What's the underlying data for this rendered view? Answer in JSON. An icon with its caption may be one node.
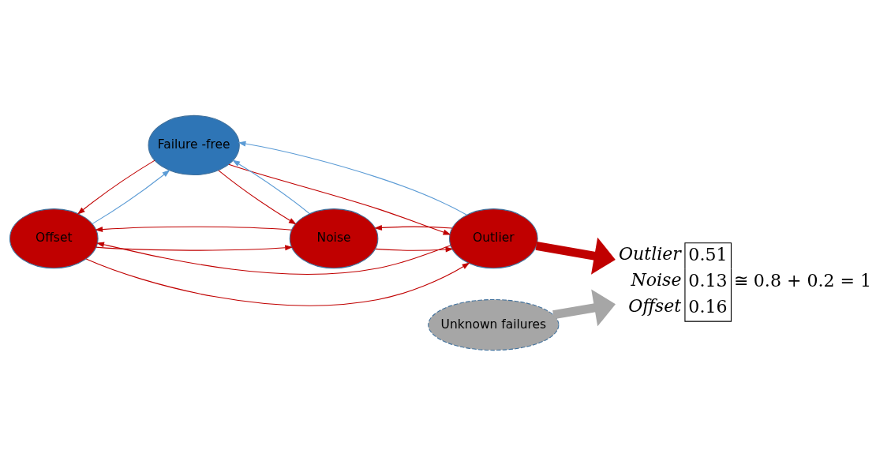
{
  "diagram": {
    "nodes": [
      {
        "text": [
          "Offset"
        ]
      },
      {
        "text": [
          "Failure -free"
        ]
      },
      {
        "text": [
          "Outlier"
        ]
      },
      {
        "text": [
          "Noise"
        ]
      },
      {
        "text": [
          "Unknown failures"
        ]
      },
      {
        "text": [
          "Outlier",
          "0.51",
          "Noise",
          "0.13",
          "≅ 0.8 + 0.2 = 1",
          "Offset",
          "0.16"
        ]
      }
    ],
    "edges": [
      {
        "from": 0,
        "to": 2,
        "arrow": "to"
      },
      {
        "from": 2,
        "to": 0,
        "arrow": "to"
      },
      {
        "from": 1,
        "to": 0,
        "arrow": "to"
      },
      {
        "from": 0,
        "to": 1,
        "arrow": "to",
        "color": "#5b9bd5"
      },
      {
        "from": 0,
        "to": 3,
        "arrow": "to"
      },
      {
        "from": 3,
        "to": 0,
        "arrow": "to"
      },
      {
        "from": 1,
        "to": 2,
        "arrow": "to"
      },
      {
        "from": 2,
        "to": 1,
        "arrow": "to",
        "color": "#5b9bd5"
      },
      {
        "from": 3,
        "to": 1,
        "arrow": "to",
        "color": "#5b9bd5"
      },
      {
        "from": 1,
        "to": 3,
        "arrow": "to"
      },
      {
        "from": 3,
        "to": 2,
        "arrow": "to"
      },
      {
        "from": 2,
        "to": 3,
        "arrow": "to"
      },
      {
        "from": 2,
        "to": 5,
        "arrow": "to",
        "style": "thick"
      },
      {
        "from": 4,
        "to": 5,
        "arrow": "to",
        "style": "thick",
        "color": "#a6a6a6"
      }
    ]
  }
}
